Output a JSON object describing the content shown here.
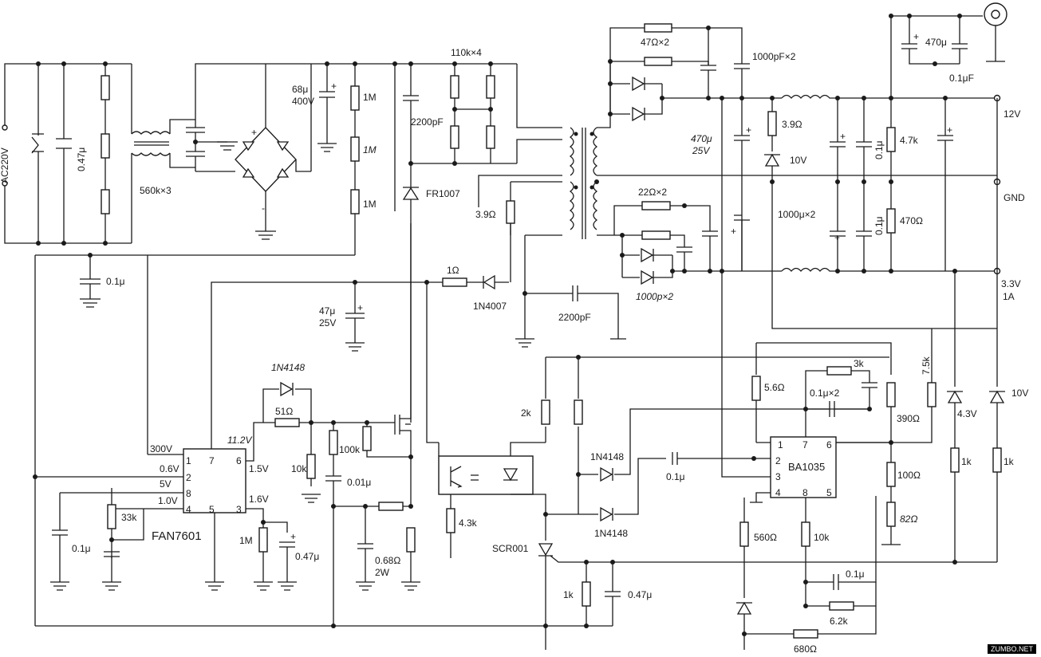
{
  "terminals": {
    "ac_input": "AC220V",
    "out_12v": "12V",
    "gnd": "GND",
    "out_3v3": "3.3V",
    "out_3v3_current": "1A"
  },
  "ics": {
    "controller": "FAN7601",
    "secondary": "BA1035"
  },
  "fan7601_pins": [
    "1",
    "2",
    "3",
    "4",
    "5",
    "6",
    "7",
    "8"
  ],
  "ba1035_pins": [
    "1",
    "2",
    "3",
    "4",
    "5",
    "6",
    "7",
    "8"
  ],
  "voltages": {
    "v300": "300V",
    "v0_6": "0.6V",
    "v5": "5V",
    "v1_0": "1.0V",
    "v11_2": "11.2V",
    "v1_5": "1.5V",
    "v1_6": "1.6V"
  },
  "components": {
    "c_047u": "0.47μ",
    "r_560k": "560k×3",
    "c_68u": "68μ",
    "c_68u_v": "400V",
    "r_1m_a": "1M",
    "r_1m_b": "1M",
    "r_1m_c": "1M",
    "r_110k": "110k×4",
    "c_2200p_top": "2200pF",
    "d_fr1007": "FR1007",
    "r_3r9_pri": "3.9Ω",
    "r_1r": "1Ω",
    "d_1n4007": "1N4007",
    "c_47u": "47μ",
    "c_47u_v": "25V",
    "c_01u_in": "0.1μ",
    "c_2200p_bot": "2200pF",
    "r_47r": "47Ω×2",
    "c_1000p_top": "1000pF×2",
    "c_470u_25v": "470μ",
    "c_470u_25v_v": "25V",
    "r_3r9_sec": "3.9Ω",
    "d_10v_sec": "10V",
    "c_01u_sec1": "0.1μ",
    "r_4k7": "4.7k",
    "c_1000u": "1000μ×2",
    "c_01u_sec2": "0.1μ",
    "r_470r": "470Ω",
    "r_22r": "22Ω×2",
    "c_1000p_bot": "1000p×2",
    "c_470u_top": "470μ",
    "c_01uf_top": "0.1μF",
    "d_1n4148_top": "1N4148",
    "r_51r": "51Ω",
    "r_100k": "100k",
    "r_10k_left": "10k",
    "c_001u": "0.01μ",
    "r_068": "0.68Ω",
    "r_068_w": "2W",
    "r_33k": "33k",
    "c_01u_fan": "0.1μ",
    "r_1m_fan": "1M",
    "c_047u_fan": "0.47μ",
    "r_4k3": "4.3k",
    "r_2k": "2k",
    "d_1n4148_a": "1N4148",
    "d_1n4148_b": "1N4148",
    "c_01u_ba": "0.1μ",
    "scr": "SCR001",
    "r_1k_scr": "1k",
    "c_047u_scr": "0.47μ",
    "r_5r6": "5.6Ω",
    "r_3k": "3k",
    "c_01u_x2": "0.1μ×2",
    "r_390": "390Ω",
    "r_7k5": "7.5k",
    "d_4v3": "4.3V",
    "d_10v_right": "10V",
    "r_1k_a": "1k",
    "r_1k_b": "1k",
    "r_100r": "100Ω",
    "r_82r": "82Ω",
    "r_560r": "560Ω",
    "r_10k_ba": "10k",
    "c_01u_fb": "0.1μ",
    "r_6k2": "6.2k",
    "r_680": "680Ω"
  },
  "watermark": "ZUMBO.NET"
}
